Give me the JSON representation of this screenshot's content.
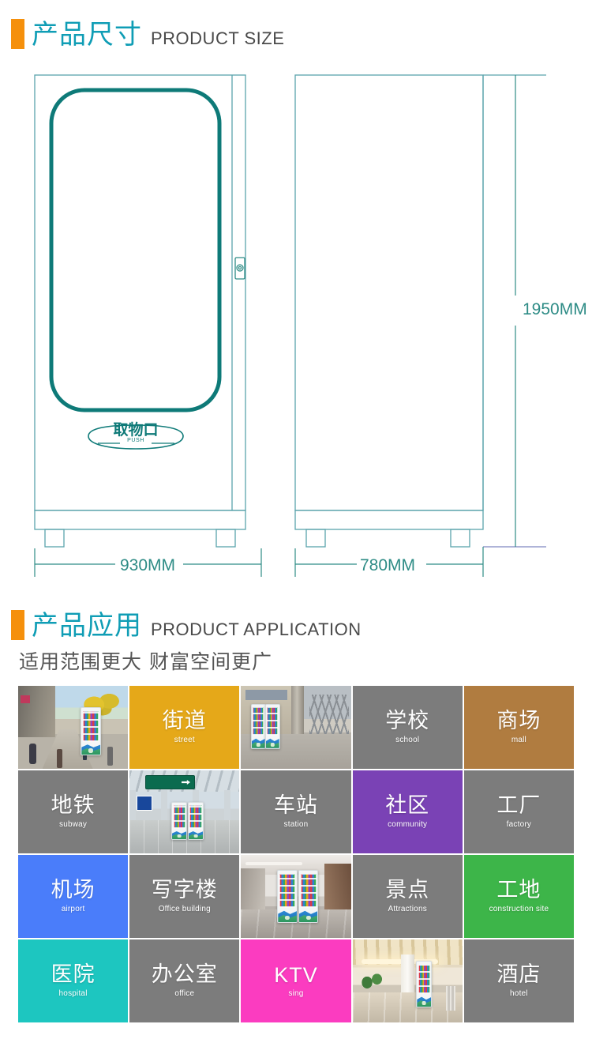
{
  "sections": {
    "size": {
      "cn": "产品尺寸",
      "en": "PRODUCT SIZE"
    },
    "application": {
      "cn": "产品应用",
      "en": "PRODUCT APPLICATION",
      "subtitle": "适用范围更大  财富空间更广"
    }
  },
  "drawing": {
    "door_label_cn": "取物口",
    "door_label_en": "PUSH",
    "dimensions": {
      "height": "1950MM",
      "front_width": "930MM",
      "side_depth": "780MM"
    },
    "colors": {
      "outline": "#5BA3AC",
      "accent": "#0E7A78",
      "dim_text": "#2E8C86"
    }
  },
  "tiles": [
    {
      "cn": "",
      "en": "",
      "type": "photo",
      "scene": "street",
      "color": ""
    },
    {
      "cn": "街道",
      "en": "street",
      "type": "color",
      "scene": "",
      "color": "#E5A819"
    },
    {
      "cn": "",
      "en": "",
      "type": "photo",
      "scene": "school",
      "color": ""
    },
    {
      "cn": "学校",
      "en": "school",
      "type": "color",
      "scene": "",
      "color": "#7C7C7C"
    },
    {
      "cn": "商场",
      "en": "mall",
      "type": "color",
      "scene": "",
      "color": "#B07C40"
    },
    {
      "cn": "地铁",
      "en": "subway",
      "type": "color",
      "scene": "",
      "color": "#7C7C7C"
    },
    {
      "cn": "",
      "en": "",
      "type": "photo",
      "scene": "subway",
      "color": ""
    },
    {
      "cn": "车站",
      "en": "station",
      "type": "color",
      "scene": "",
      "color": "#7C7C7C"
    },
    {
      "cn": "社区",
      "en": "community",
      "type": "color",
      "scene": "",
      "color": "#7A42B5"
    },
    {
      "cn": "工厂",
      "en": "factory",
      "type": "color",
      "scene": "",
      "color": "#7C7C7C"
    },
    {
      "cn": "机场",
      "en": "airport",
      "type": "color",
      "scene": "",
      "color": "#4A7DFA"
    },
    {
      "cn": "写字楼",
      "en": "Office building",
      "type": "color",
      "scene": "",
      "color": "#7C7C7C"
    },
    {
      "cn": "",
      "en": "",
      "type": "photo",
      "scene": "lobby",
      "color": ""
    },
    {
      "cn": "景点",
      "en": "Attractions",
      "type": "color",
      "scene": "",
      "color": "#7C7C7C"
    },
    {
      "cn": "工地",
      "en": "construction site",
      "type": "color",
      "scene": "",
      "color": "#3DB549"
    },
    {
      "cn": "医院",
      "en": "hospital",
      "type": "color",
      "scene": "",
      "color": "#1DC6C0"
    },
    {
      "cn": "办公室",
      "en": "office",
      "type": "color",
      "scene": "",
      "color": "#7C7C7C"
    },
    {
      "cn": "KTV",
      "en": "sing",
      "type": "color",
      "scene": "",
      "color": "#FB3CC0"
    },
    {
      "cn": "",
      "en": "",
      "type": "photo",
      "scene": "hotel",
      "color": ""
    },
    {
      "cn": "酒店",
      "en": "hotel",
      "type": "color",
      "scene": "",
      "color": "#7C7C7C"
    }
  ],
  "theme": {
    "accent_orange": "#F5900C",
    "heading_cn": "#0F9DB5",
    "heading_en": "#4A4A4A"
  }
}
